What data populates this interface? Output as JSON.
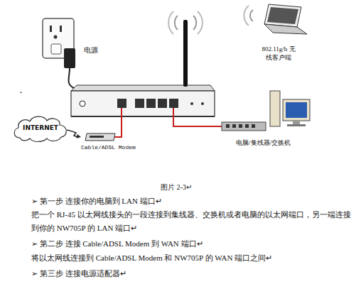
{
  "diagram": {
    "caption": "图片 2-3↵",
    "nodes": [
      {
        "text": [
          "电源"
        ]
      },
      {
        "text": [
          "802.11g/b 无线客户端"
        ]
      },
      {
        "text": [
          "INTERNET"
        ]
      },
      {
        "text": [
          "Cable/ADSL Modem"
        ]
      },
      {
        "text": [
          "电脑/集线器/交换机"
        ]
      }
    ],
    "edges": [
      {
        "from": 2,
        "to": 3,
        "arrow": "to"
      }
    ],
    "labels": [
      ".",
      "➢ 第一步 连接你的电脑到 LAN 端口↵",
      "把一个 RJ-45 以太网线接头的一段连接到集线器、交换机或者电脑的以太网端口，另一端连接到你的 NW705P 的 LAN 端口↵",
      "➢ 第二步 连接 Cable/ADSL Modem 到 WAN 端口↵",
      "将以太网线连接到 Cable/ADSL Modem 和 NW705P 的 WAN 端口之间↵",
      "➢ 第三步 连接电源适配器↵"
    ]
  }
}
